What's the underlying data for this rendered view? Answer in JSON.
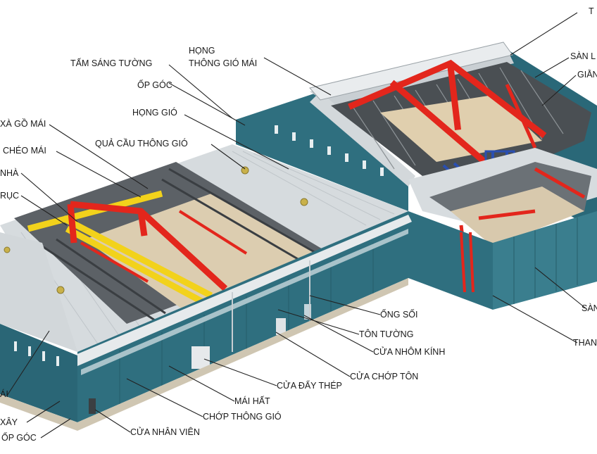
{
  "diagram": {
    "colors": {
      "wall": "#2f6f7f",
      "wall_dark": "#245a67",
      "roof": "#d9dde0",
      "roof_dark": "#b9bfc3",
      "steel_red": "#e3261c",
      "crane_yellow": "#f2d21b",
      "stair_blue": "#2a4fb0",
      "floor": "#d8c9ad",
      "leader": "#222222"
    },
    "labels": [
      {
        "id": "hong-thong-gio-mai-1",
        "text": "HỌNG"
      },
      {
        "id": "hong-thong-gio-mai-2",
        "text": "THÔNG GIÓ MÁI"
      },
      {
        "id": "tam-sang-tuong",
        "text": "TẤM SÁNG TƯỜNG"
      },
      {
        "id": "op-goc-top",
        "text": "ỐP GÓC"
      },
      {
        "id": "hong-gio",
        "text": "HỌNG GIÓ"
      },
      {
        "id": "xa-go-mai",
        "text": "XÀ GỒ MÁI"
      },
      {
        "id": "qua-cau-thong-gio",
        "text": "QUẢ CẦU THÔNG GIÓ"
      },
      {
        "id": "cheo-mai",
        "text": "CHÉO MÁI"
      },
      {
        "id": "nha",
        "text": "NHÀ"
      },
      {
        "id": "ruc",
        "text": "RỤC"
      },
      {
        "id": "t-top-right",
        "text": "T"
      },
      {
        "id": "san-l",
        "text": "SÀN L"
      },
      {
        "id": "giang",
        "text": "GIẰN"
      },
      {
        "id": "ong-soi",
        "text": "ỐNG SỐI"
      },
      {
        "id": "ton-tuong",
        "text": "TÔN TƯỜNG"
      },
      {
        "id": "cua-nhom-kinh",
        "text": "CỬA NHÔM KÍNH"
      },
      {
        "id": "cua-chop-ton",
        "text": "CỬA CHỚP TÔN"
      },
      {
        "id": "cua-day-thep",
        "text": "CỬA ĐẨY THÉP"
      },
      {
        "id": "mai-hat",
        "text": "MÁI HẤT"
      },
      {
        "id": "chop-thong-gio",
        "text": "CHỚP THÔNG GIÓ"
      },
      {
        "id": "cua-nhan-vien",
        "text": "CỬA NHÂN VIÊN"
      },
      {
        "id": "san-right",
        "text": "SÀN"
      },
      {
        "id": "than-right",
        "text": "THAN"
      },
      {
        "id": "ai-left",
        "text": "ÁI"
      },
      {
        "id": "xay-left",
        "text": "XÂY"
      },
      {
        "id": "op-goc-bottom",
        "text": "ỐP GÓC"
      }
    ]
  }
}
